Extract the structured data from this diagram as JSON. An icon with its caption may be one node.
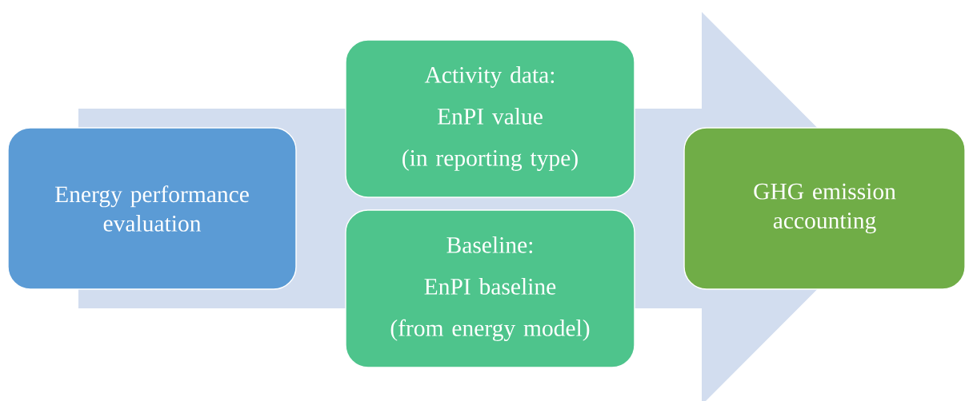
{
  "diagram": {
    "nodes": [
      {
        "text": [
          "Energy performance evaluation"
        ]
      },
      {
        "text": [
          "Activity data:",
          "EnPI value",
          "(in reporting type)"
        ]
      },
      {
        "text": [
          "Baseline:",
          "EnPI baseline",
          "(from energy model)"
        ]
      },
      {
        "text": [
          "GHG emission accounting"
        ]
      }
    ],
    "edges": [
      {
        "from": 0,
        "to": 3,
        "arrow": "to"
      }
    ]
  }
}
